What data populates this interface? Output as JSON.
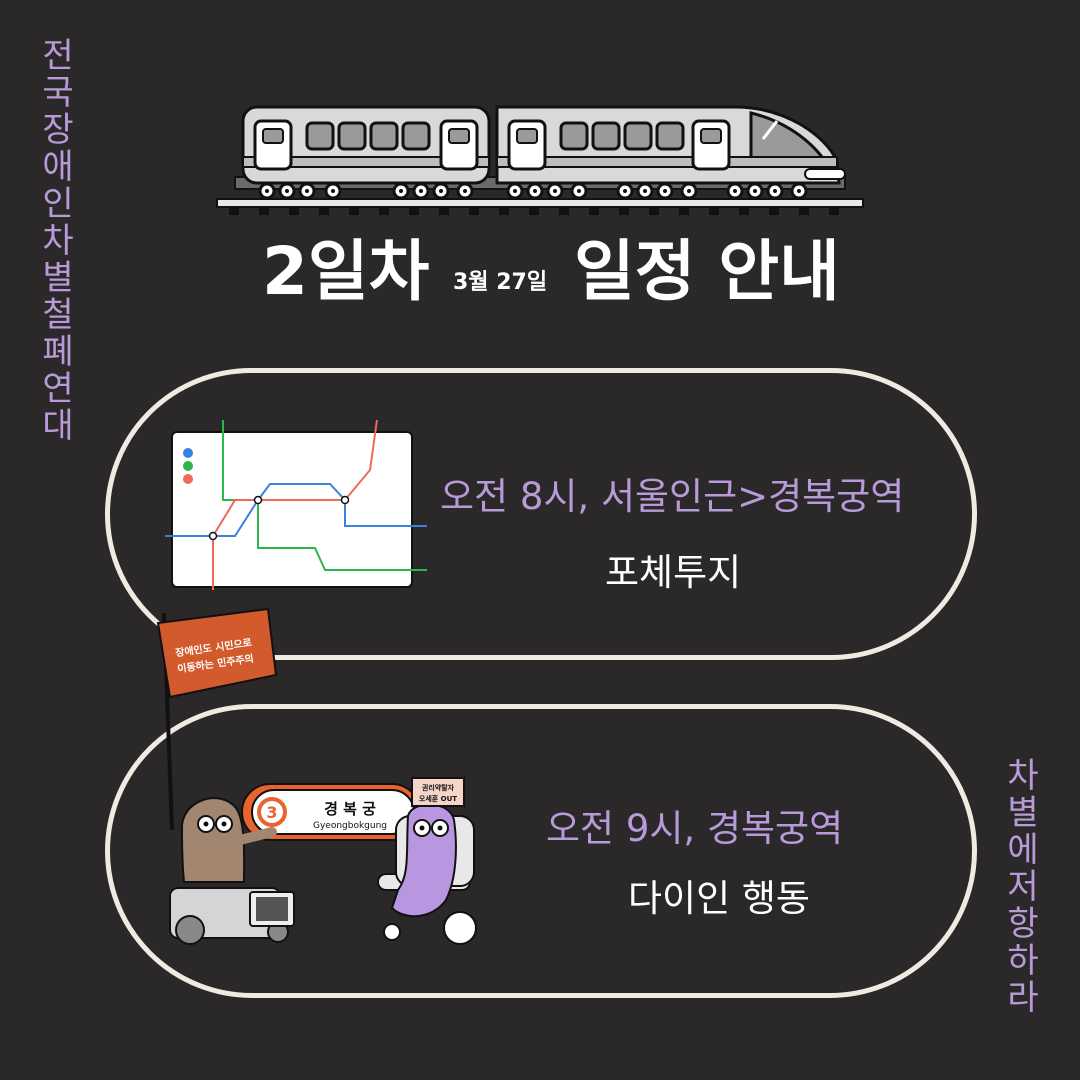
{
  "side_text": {
    "left": "전국장애인차별철폐연대",
    "right": "차별에저항하라"
  },
  "title": {
    "day": "2일차",
    "date": "3월 27일",
    "schedule": "일정 안내"
  },
  "schedule": [
    {
      "time": "오전 8시, 서울인근>경복궁역",
      "desc": "포체투지",
      "icon": "subway-map-icon"
    },
    {
      "time": "오전 9시, 경복궁역",
      "desc": "다이인 행동",
      "icon": "protest-characters-illustration"
    }
  ],
  "flag": {
    "text_line1": "장애인도 시민으로",
    "text_line2": "이동하는 민주주의"
  },
  "station_sign": {
    "line_number": "3",
    "name_ko": "경 복 궁",
    "name_en": "Gyeongbokgung"
  },
  "placard": {
    "line1": "권리약탈자",
    "line2": "오세훈 OUT"
  },
  "colors": {
    "background": "#2a2828",
    "accent_purple": "#b99ad8",
    "pill_border": "#efeae2",
    "flag_orange": "#d35a2c",
    "line_green": "#2bb84a",
    "line_blue": "#3a82e0",
    "line_red": "#ef6a5a"
  }
}
